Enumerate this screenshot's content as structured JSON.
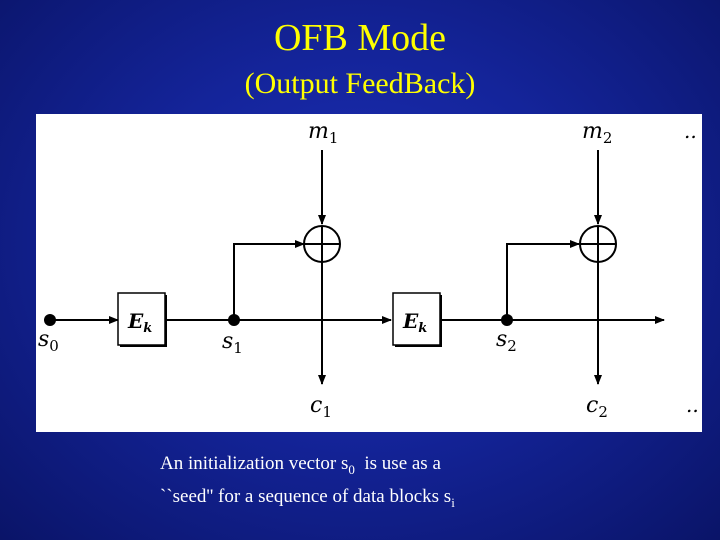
{
  "slide": {
    "title": "OFB Mode",
    "subtitle": "(Output FeedBack)"
  },
  "diagram": {
    "block_label": "E",
    "block_sub": "k",
    "states": [
      {
        "name": "s",
        "sub": "0"
      },
      {
        "name": "s",
        "sub": "1"
      },
      {
        "name": "s",
        "sub": "2"
      }
    ],
    "messages": [
      {
        "name": "m",
        "sub": "1"
      },
      {
        "name": "m",
        "sub": "2"
      }
    ],
    "ciphertexts": [
      {
        "name": "c",
        "sub": "1"
      },
      {
        "name": "c",
        "sub": "2"
      }
    ],
    "ellipsis": ".."
  },
  "caption": {
    "line1_a": "An initialization vector s",
    "line1_sub": "0",
    "line1_b": "  is use as a",
    "line2_a": "``seed'' for a sequence of data blocks s",
    "line2_sub": "i"
  }
}
